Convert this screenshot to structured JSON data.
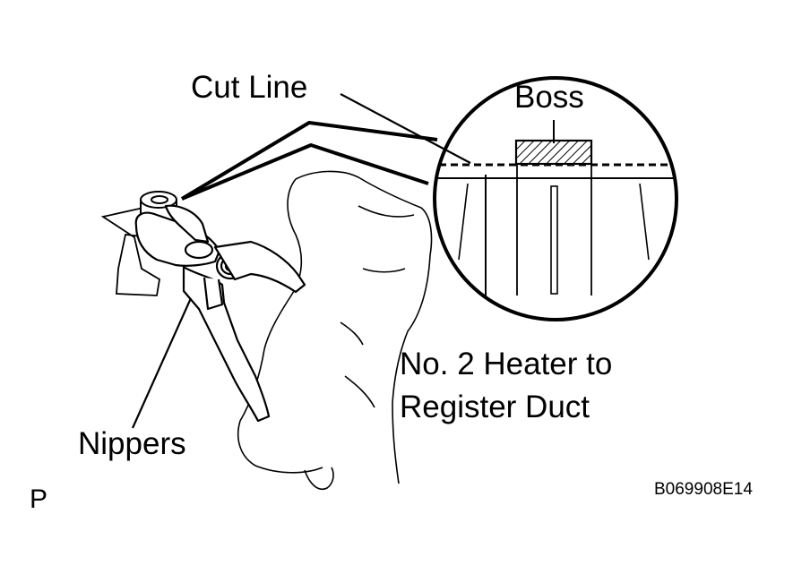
{
  "labels": {
    "cut_line": "Cut Line",
    "boss": "Boss",
    "duct_line1": "No. 2 Heater to",
    "duct_line2": "Register Duct",
    "nippers": "Nippers",
    "view_mark": "P",
    "figure_code": "B069908E14"
  },
  "colors": {
    "ink": "#000000",
    "paper": "#ffffff"
  }
}
